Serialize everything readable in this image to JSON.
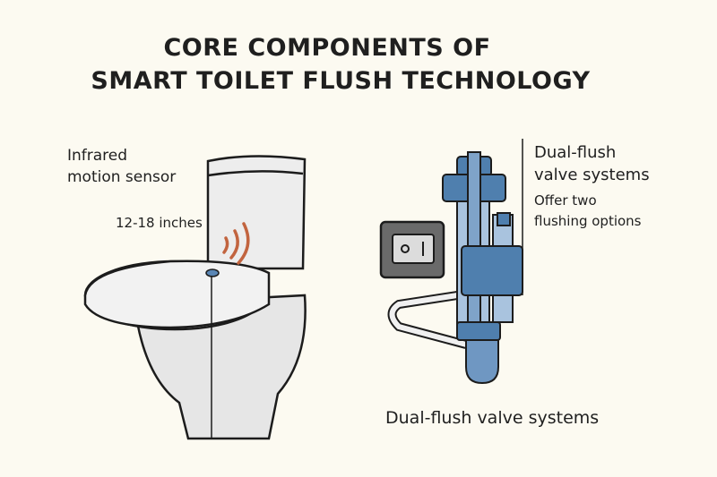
{
  "title": {
    "line1": "CORE COMPONENTS OF",
    "line2": "SMART TOILET FLUSH TECHNOLOGY"
  },
  "sensor": {
    "label_line1": "Infrared",
    "label_line2": "motion sensor",
    "range": "12-18 inches",
    "icon": "infrared-waves-icon",
    "wave_color": "#c2643f"
  },
  "valve": {
    "label_line1": "Dual-flush",
    "label_line2": "valve systems",
    "desc_line1": "Offer two",
    "desc_line2": "flushing options",
    "caption": "Dual-flush valve systems",
    "pipe_color": "#4f7fae"
  }
}
